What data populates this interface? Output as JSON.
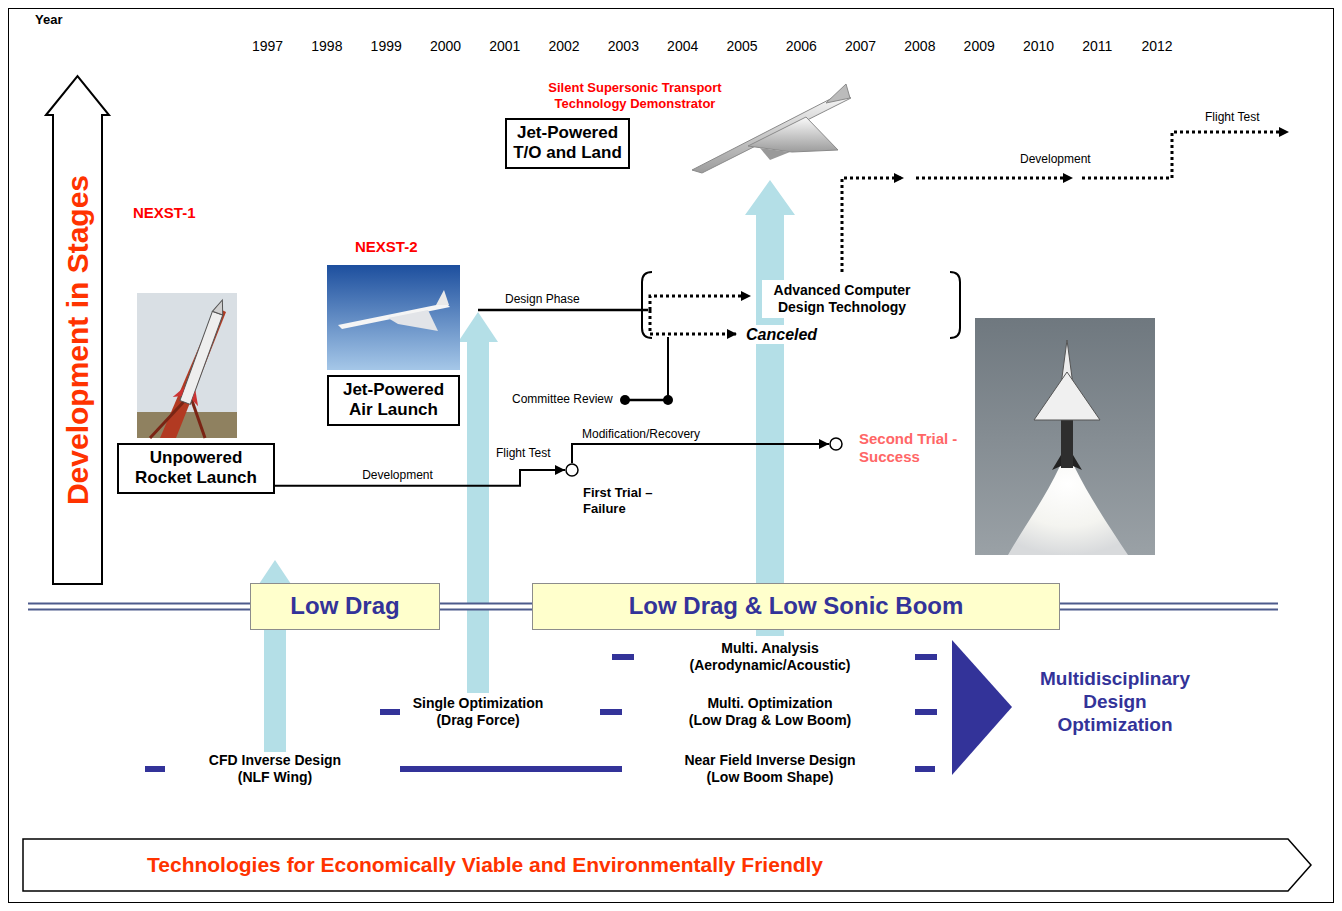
{
  "diagram": {
    "nodes": [
      {
        "text": [
          "Development in Stages"
        ]
      },
      {
        "text": [
          "Unpowered Rocket Launch"
        ]
      },
      {
        "text": [
          "Jet-Powered Air Launch"
        ]
      },
      {
        "text": [
          "Jet-Powered T/O and Land"
        ]
      },
      {
        "text": [
          "Advanced Computer Design Technology"
        ]
      },
      {
        "text": [
          "First Trial – Failure"
        ]
      },
      {
        "text": [
          "Second Trial - Success"
        ]
      },
      {
        "text": [
          "Low Drag"
        ]
      },
      {
        "text": [
          "Low Drag & Low Sonic Boom"
        ]
      },
      {
        "text": [
          "Technologies for Economically Viable and Environmentally Friendly"
        ]
      }
    ],
    "edges": [
      {
        "from": 1,
        "to": 5,
        "arrow": "to",
        "label": "Development"
      },
      {
        "from": 5,
        "to": 6,
        "arrow": "to",
        "label": "Modification/Recovery"
      },
      {
        "from": 7,
        "to": 8,
        "arrow": "none"
      }
    ],
    "labels": [
      "Year",
      "1997",
      "1998",
      "1999",
      "2000",
      "2001",
      "2002",
      "2003",
      "2004",
      "2005",
      "2006",
      "2007",
      "2008",
      "2009",
      "2010",
      "2011",
      "2012",
      "NEXST-1",
      "NEXST-2",
      "Silent Supersonic Transport Technology Demonstrator",
      "Flight Test",
      "Development",
      "Design Phase",
      "Canceled",
      "Committee Review",
      "Flight Test",
      "Multi. Analysis (Aerodynamic/Acoustic)",
      "Single Optimization (Drag Force)",
      "Multi. Optimization (Low Drag & Low Boom)",
      "CFD Inverse Design (NLF Wing)",
      "Near Field Inverse Design (Low Boom Shape)",
      "Multidisciplinary Design Optimization"
    ]
  }
}
